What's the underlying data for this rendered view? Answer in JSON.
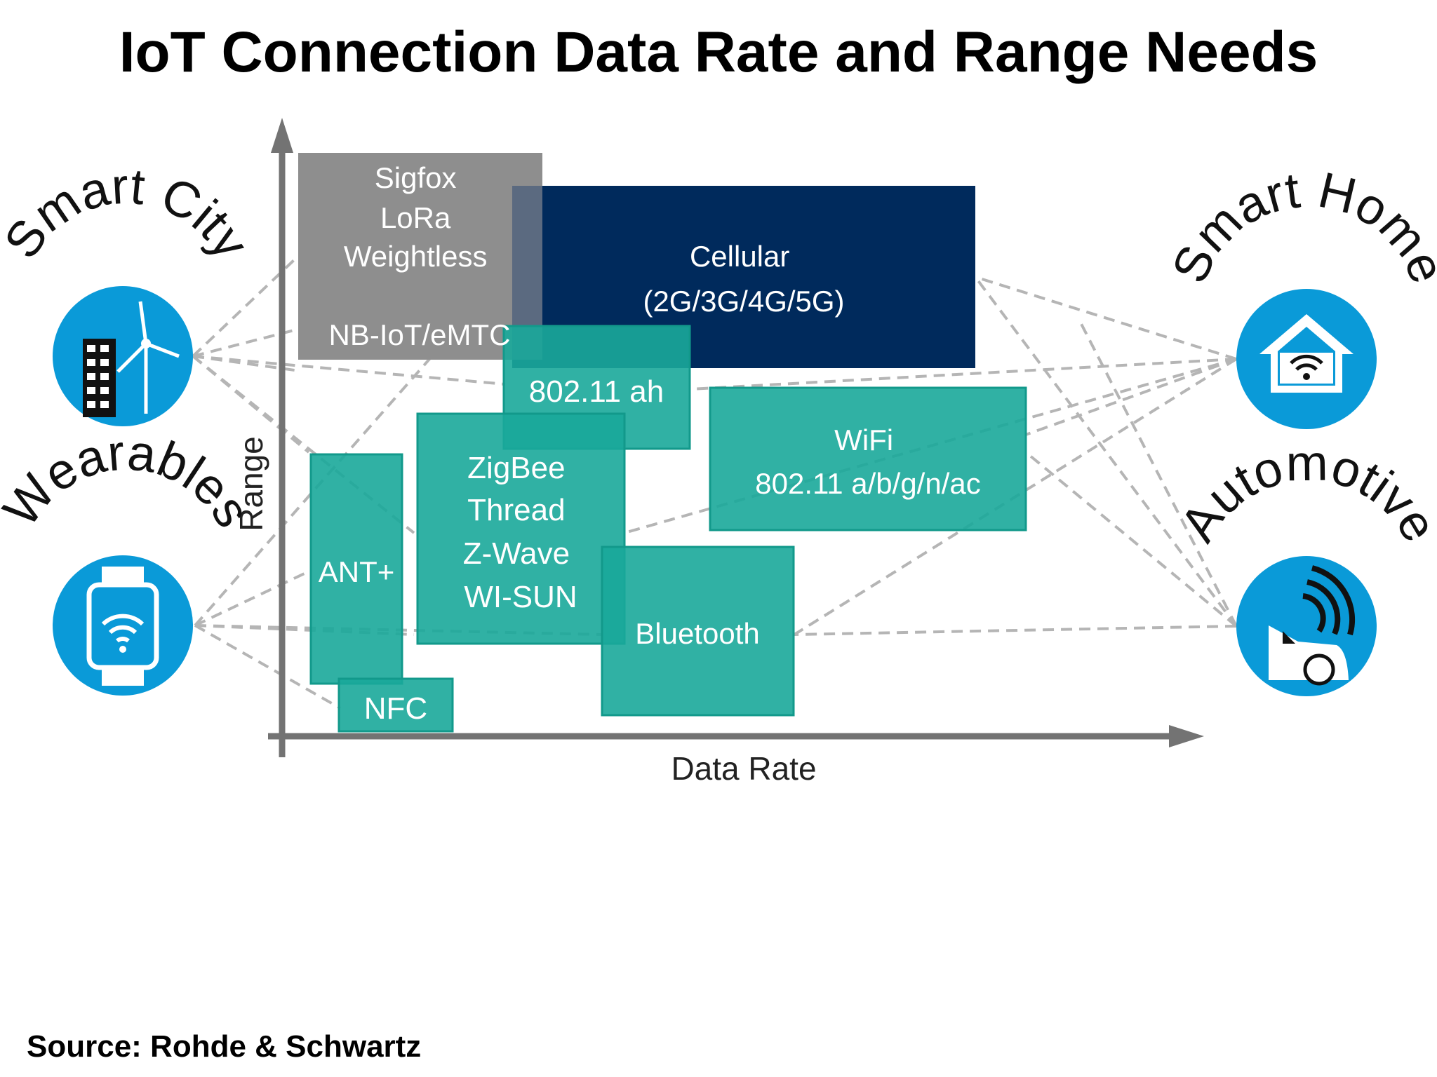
{
  "title": "IoT Connection Data Rate and Range Needs",
  "source": "Source: Rohde & Schwartz",
  "axes": {
    "x_label": "Data Rate",
    "y_label": "Range"
  },
  "technologies": [
    {
      "id": "lpwan",
      "lines": [
        "Sigfox",
        "LoRa",
        "Weightless",
        "",
        "NB-IoT/eMTC"
      ],
      "color": "#8e8e8e"
    },
    {
      "id": "cellular",
      "lines": [
        "Cellular",
        "(2G/3G/4G/5G)"
      ],
      "color": "#002a5c"
    },
    {
      "id": "80211ah",
      "lines": [
        "802.11 ah"
      ],
      "color": "#1aa99a"
    },
    {
      "id": "wifi",
      "lines": [
        "WiFi",
        "802.11 a/b/g/n/ac"
      ],
      "color": "#1aa99a"
    },
    {
      "id": "zigbee",
      "lines": [
        "ZigBee",
        "Thread",
        "Z-Wave",
        "WI-SUN"
      ],
      "color": "#1aa99a"
    },
    {
      "id": "ant",
      "lines": [
        "ANT+"
      ],
      "color": "#1aa99a"
    },
    {
      "id": "bluetooth",
      "lines": [
        "Bluetooth"
      ],
      "color": "#1aa99a"
    },
    {
      "id": "nfc",
      "lines": [
        "NFC"
      ],
      "color": "#1aa99a"
    }
  ],
  "applications": [
    {
      "id": "smart-city",
      "label": "Smart City",
      "icon": "city-building-wind-turbine-icon"
    },
    {
      "id": "wearables",
      "label": "Wearables",
      "icon": "smartwatch-wifi-icon"
    },
    {
      "id": "smart-home",
      "label": "Smart Home",
      "icon": "house-wifi-icon"
    },
    {
      "id": "automotive",
      "label": "Automotive",
      "icon": "car-signal-icon"
    }
  ],
  "colors": {
    "icon_circle": "#0a9ad8",
    "axis": "#737373",
    "connector": "#b5b5b5",
    "app_label": "#111111"
  }
}
